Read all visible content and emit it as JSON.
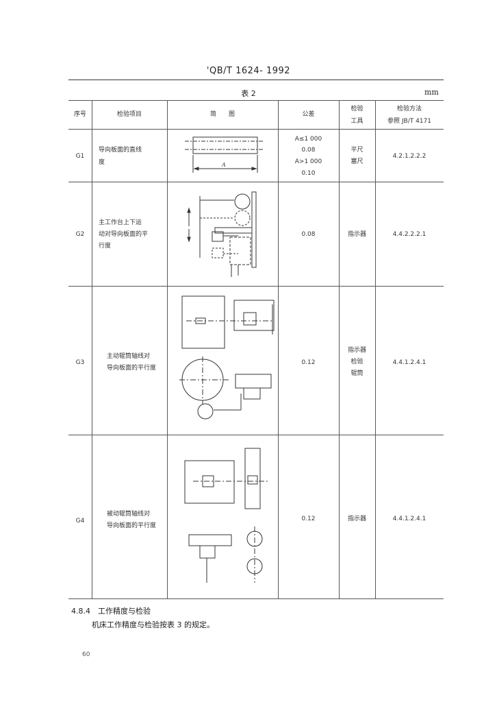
{
  "header": {
    "standard": "'QB/T 1624- 1992"
  },
  "table": {
    "caption": "表 2",
    "unit": "mm",
    "headers": {
      "no": "序号",
      "item": "检验项目",
      "diagram": "简　　图",
      "tolerance": "公差",
      "tool_line1": "检验",
      "tool_line2": "工具",
      "method_line1": "检验方法",
      "method_line2": "参照 JB/T 4171"
    },
    "rows": [
      {
        "no": "G1",
        "item_lines": [
          "导向板面的直线",
          "度"
        ],
        "tolerance_lines": [
          "A≤1 000",
          "0.08",
          "A>1 000",
          "0.10"
        ],
        "tool_lines": [
          "平尺",
          "塞尺"
        ],
        "method": "4.2.1.2.2.2",
        "diagram_label": "A"
      },
      {
        "no": "G2",
        "item_lines": [
          "主工作台上下运",
          "动对导向板面的平",
          "行度"
        ],
        "tolerance_lines": [
          "0.08"
        ],
        "tool_lines": [
          "指示器"
        ],
        "method": "4.4.2.2.2.1"
      },
      {
        "no": "G3",
        "item_lines": [
          "主动辊筒轴线对",
          "导向板面的平行度"
        ],
        "tolerance_lines": [
          "0.12"
        ],
        "tool_lines": [
          "指示器",
          "检验",
          "辊筒"
        ],
        "method": "4.4.1.2.4.1"
      },
      {
        "no": "G4",
        "item_lines": [
          "被动辊筒轴线对",
          "导向板面的平行度"
        ],
        "tolerance_lines": [
          "0.12"
        ],
        "tool_lines": [
          "指示器"
        ],
        "method": "4.4.1.2.4.1"
      }
    ]
  },
  "section": {
    "number_title": "4.8.4　工作精度与检验",
    "paragraph": "机床工作精度与检验按表 3 的规定。"
  },
  "page_number": "60"
}
